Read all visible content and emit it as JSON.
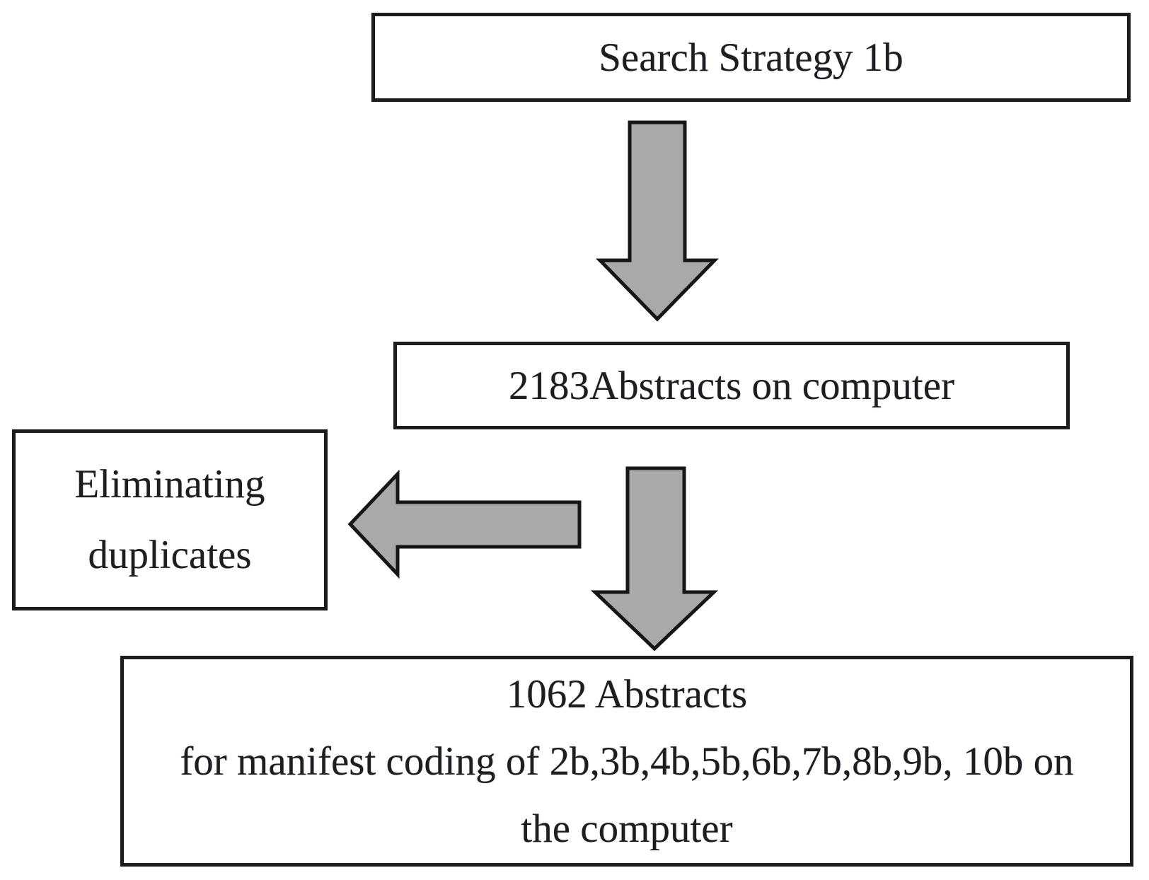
{
  "flowchart": {
    "search_box": {
      "label": "Search Strategy 1b"
    },
    "abstracts_box": {
      "label": "2183Abstracts on computer"
    },
    "duplicates_box": {
      "line1": "Eliminating",
      "line2": "duplicates"
    },
    "final_box": {
      "line1": "1062 Abstracts",
      "line2": "for manifest coding of 2b,3b,4b,5b,6b,7b,8b,9b, 10b on",
      "line3": "the computer"
    },
    "icons": {
      "down_arrow_1": "down-arrow",
      "left_arrow": "left-arrow",
      "down_arrow_2": "down-arrow"
    },
    "colors": {
      "arrow_fill": "#a9a9ab",
      "arrow_stroke": "#161616",
      "box_border": "#1c1c1c",
      "text": "#1e1e22",
      "background": "#ffffff"
    }
  }
}
